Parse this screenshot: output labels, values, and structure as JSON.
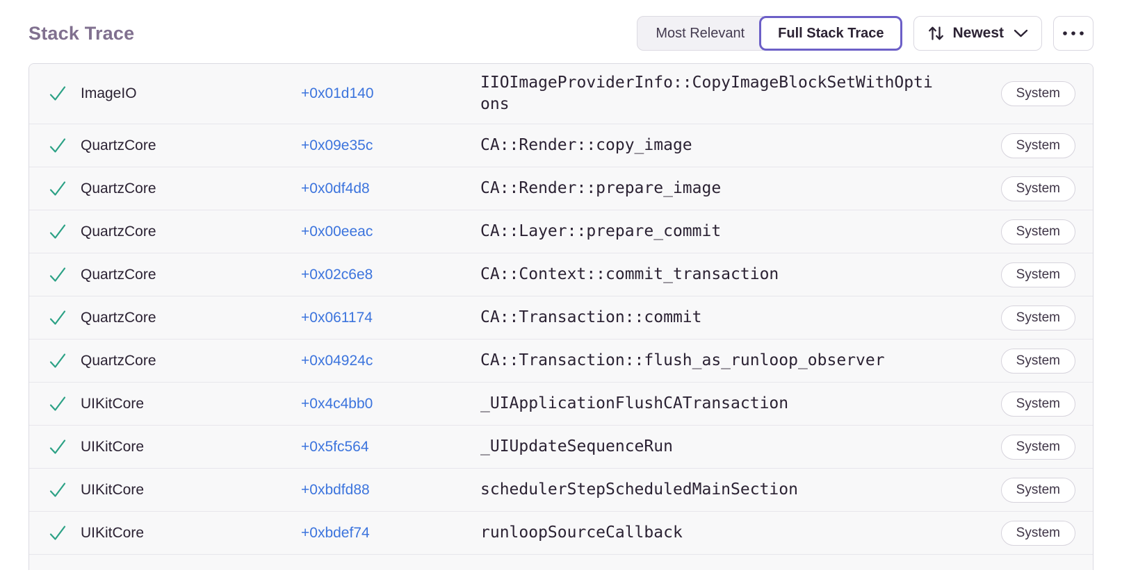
{
  "colors": {
    "accent_purple": "#6C5FC7",
    "link_blue": "#3C74DD",
    "success_green": "#2BA185",
    "title_gray": "#80708F"
  },
  "header": {
    "title": "Stack Trace",
    "view_options": [
      {
        "label": "Most Relevant",
        "active": false
      },
      {
        "label": "Full Stack Trace",
        "active": true
      }
    ],
    "sort": {
      "label": "Newest",
      "icon": "sort-arrows-icon",
      "chevron": "chevron-down-icon"
    },
    "more": {
      "icon": "ellipsis-icon"
    }
  },
  "stack_trace": {
    "frames": [
      {
        "status_icon": "check-icon",
        "module": "ImageIO",
        "address": "+0x01d140",
        "function": "IIOImageProviderInfo::CopyImageBlockSetWithOptions",
        "badge": "System"
      },
      {
        "status_icon": "check-icon",
        "module": "QuartzCore",
        "address": "+0x09e35c",
        "function": "CA::Render::copy_image",
        "badge": "System"
      },
      {
        "status_icon": "check-icon",
        "module": "QuartzCore",
        "address": "+0x0df4d8",
        "function": "CA::Render::prepare_image",
        "badge": "System"
      },
      {
        "status_icon": "check-icon",
        "module": "QuartzCore",
        "address": "+0x00eeac",
        "function": "CA::Layer::prepare_commit",
        "badge": "System"
      },
      {
        "status_icon": "check-icon",
        "module": "QuartzCore",
        "address": "+0x02c6e8",
        "function": "CA::Context::commit_transaction",
        "badge": "System"
      },
      {
        "status_icon": "check-icon",
        "module": "QuartzCore",
        "address": "+0x061174",
        "function": "CA::Transaction::commit",
        "badge": "System"
      },
      {
        "status_icon": "check-icon",
        "module": "QuartzCore",
        "address": "+0x04924c",
        "function": "CA::Transaction::flush_as_runloop_observer",
        "badge": "System"
      },
      {
        "status_icon": "check-icon",
        "module": "UIKitCore",
        "address": "+0x4c4bb0",
        "function": "_UIApplicationFlushCATransaction",
        "badge": "System"
      },
      {
        "status_icon": "check-icon",
        "module": "UIKitCore",
        "address": "+0x5fc564",
        "function": "_UIUpdateSequenceRun",
        "badge": "System"
      },
      {
        "status_icon": "check-icon",
        "module": "UIKitCore",
        "address": "+0xbdfd88",
        "function": "schedulerStepScheduledMainSection",
        "badge": "System"
      },
      {
        "status_icon": "check-icon",
        "module": "UIKitCore",
        "address": "+0xbdef74",
        "function": "runloopSourceCallback",
        "badge": "System"
      }
    ]
  }
}
